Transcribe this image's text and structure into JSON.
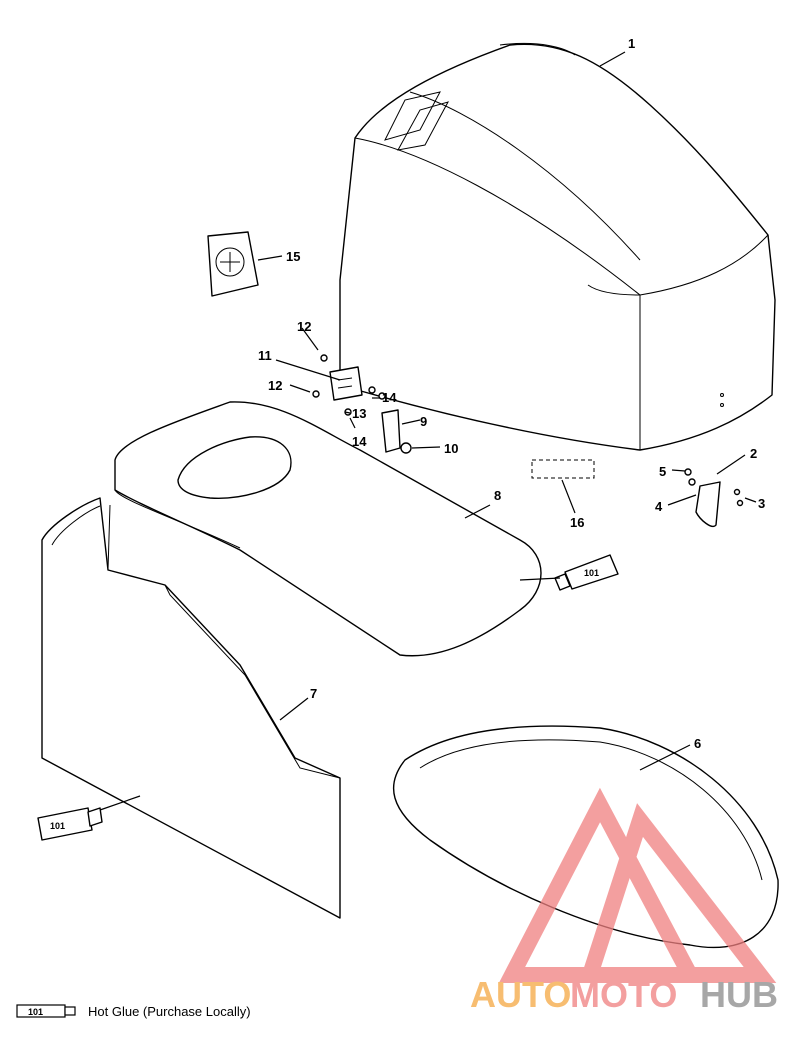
{
  "diagram": {
    "callouts": {
      "c1": "1",
      "c2": "2",
      "c3": "3",
      "c4": "4",
      "c5": "5",
      "c6": "6",
      "c7": "7",
      "c8": "8",
      "c9": "9",
      "c10": "10",
      "c11": "11",
      "c12a": "12",
      "c12b": "12",
      "c13": "13",
      "c14a": "14",
      "c14b": "14",
      "c15": "15",
      "c16": "16"
    },
    "glue_tube_label": "101"
  },
  "legend": {
    "tube_label": "101",
    "text": "Hot Glue (Purchase Locally)"
  },
  "watermark": {
    "part_auto": "AUTO",
    "part_moto": "MOTO",
    "part_hub": "HUB",
    "colors": {
      "accent": "#f08080",
      "orange": "#f5a742",
      "gray": "#8a8a8a"
    }
  }
}
